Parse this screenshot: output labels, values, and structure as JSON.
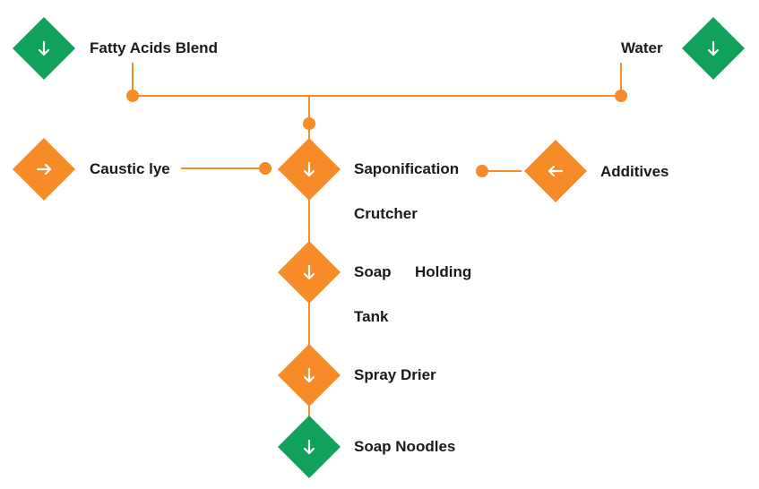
{
  "colors": {
    "green": "#10a15a",
    "orange": "#f68b28",
    "line": "#f68b28",
    "text": "#1a1a1a"
  },
  "nodes": {
    "fatty_acids": {
      "label": "Fatty Acids Blend",
      "icon": "arrow-down-icon",
      "color": "green"
    },
    "water": {
      "label": "Water",
      "icon": "arrow-down-icon",
      "color": "green"
    },
    "caustic_lye": {
      "label": "Caustic lye",
      "icon": "arrow-right-icon",
      "color": "orange"
    },
    "saponification": {
      "label": "Saponification",
      "label2": "Crutcher",
      "icon": "arrow-down-icon",
      "color": "orange"
    },
    "additives": {
      "label": "Additives",
      "icon": "arrow-left-icon",
      "color": "orange"
    },
    "soap_holding": {
      "label": "Soap",
      "label_b": "Holding",
      "label2": "Tank",
      "icon": "arrow-down-icon",
      "color": "orange"
    },
    "spray_drier": {
      "label": "Spray Drier",
      "icon": "arrow-down-icon",
      "color": "orange"
    },
    "soap_noodles": {
      "label": "Soap Noodles",
      "icon": "arrow-down-icon",
      "color": "green"
    }
  }
}
